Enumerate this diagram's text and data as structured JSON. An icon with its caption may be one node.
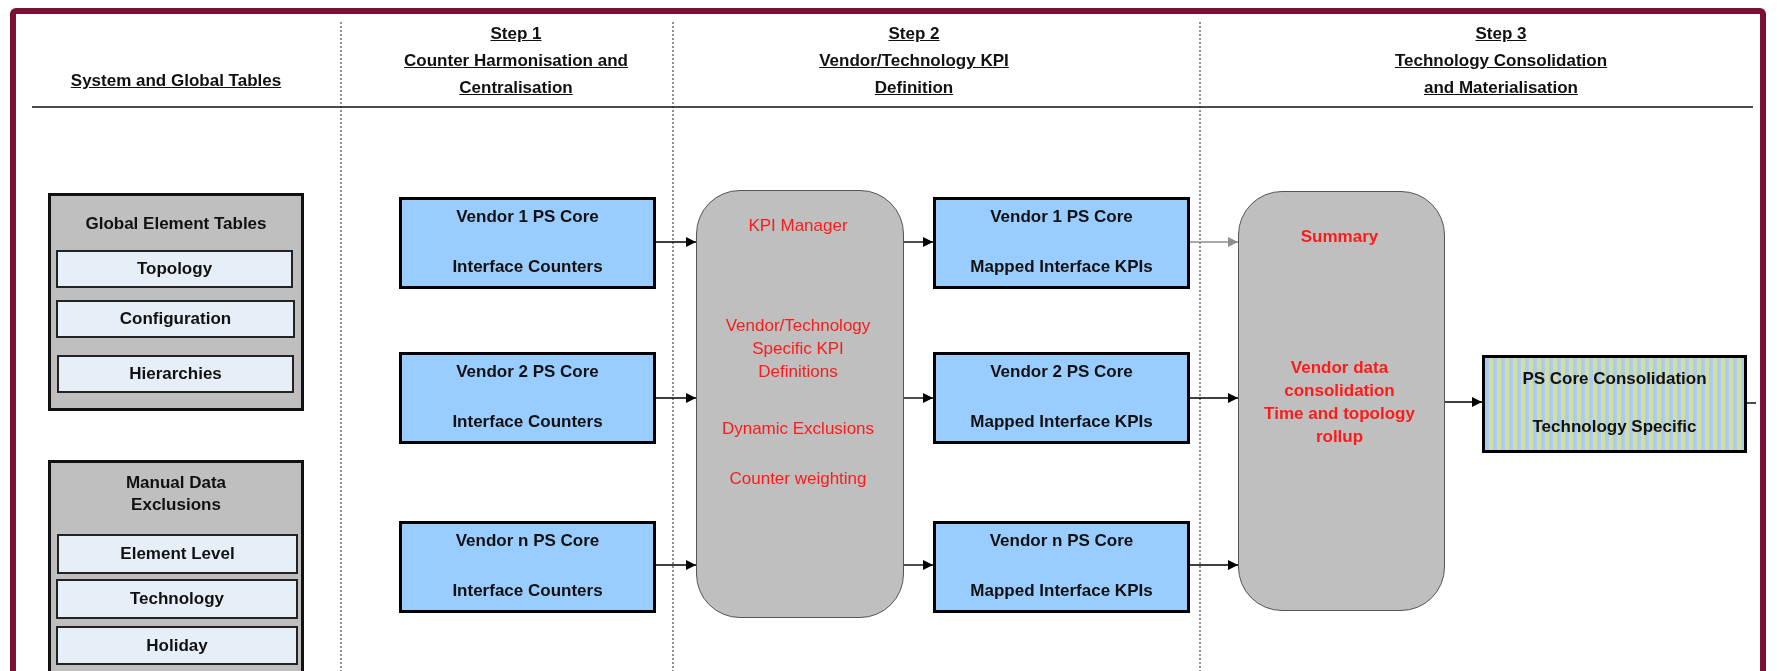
{
  "diagram": {
    "nodes": [
      {
        "text": [
          "Global Element Tables"
        ]
      },
      {
        "text": [
          "Topology"
        ],
        "in": 0
      },
      {
        "text": [
          "Configuration"
        ],
        "in": 0
      },
      {
        "text": [
          "Hierarchies"
        ],
        "in": 0
      },
      {
        "text": [
          "Manual Data Exclusions"
        ]
      },
      {
        "text": [
          "Element Level"
        ],
        "in": 4
      },
      {
        "text": [
          "Technology"
        ],
        "in": 4
      },
      {
        "text": [
          "Holiday"
        ],
        "in": 4
      },
      {
        "text": [
          "Vendor 1 PS Core",
          "Interface Counters"
        ]
      },
      {
        "text": [
          "Vendor 2 PS Core",
          "Interface Counters"
        ]
      },
      {
        "text": [
          "Vendor n PS Core",
          "Interface Counters"
        ]
      },
      {
        "text": [
          "KPI Manager",
          "Vendor/Technology Specific KPI Definitions",
          "Dynamic Exclusions",
          "Counter weighting"
        ]
      },
      {
        "text": [
          "Vendor 1 PS Core",
          "Mapped Interface KPIs"
        ]
      },
      {
        "text": [
          "Vendor 2 PS Core",
          "Mapped Interface KPIs"
        ]
      },
      {
        "text": [
          "Vendor n PS Core",
          "Mapped Interface KPIs"
        ]
      },
      {
        "text": [
          "Summary",
          "Vendor data consolidation",
          "Time and topology rollup"
        ]
      },
      {
        "text": [
          "PS Core Consolidation",
          "Technology Specific"
        ]
      }
    ],
    "edges": [
      {
        "from": 8,
        "to": 11,
        "arrow": "to"
      },
      {
        "from": 9,
        "to": 11,
        "arrow": "to"
      },
      {
        "from": 10,
        "to": 11,
        "arrow": "to"
      },
      {
        "from": 11,
        "to": 12,
        "arrow": "to"
      },
      {
        "from": 11,
        "to": 13,
        "arrow": "to"
      },
      {
        "from": 11,
        "to": 14,
        "arrow": "to"
      },
      {
        "from": 12,
        "to": 15,
        "arrow": "to",
        "color": "#8c8c8c"
      },
      {
        "from": 13,
        "to": 15,
        "arrow": "to"
      },
      {
        "from": 14,
        "to": 15,
        "arrow": "to"
      },
      {
        "from": 15,
        "to": 16,
        "arrow": "to"
      },
      {
        "from": 16,
        "to": null,
        "arrow": "none"
      }
    ],
    "labels": [
      "System and Global Tables",
      "Step 1",
      "Counter Harmonisation and Centralisation",
      "Step 2",
      "Vendor/Technology KPI Definition",
      "Step 3",
      "Technology Consolidation and Materialisation"
    ]
  }
}
